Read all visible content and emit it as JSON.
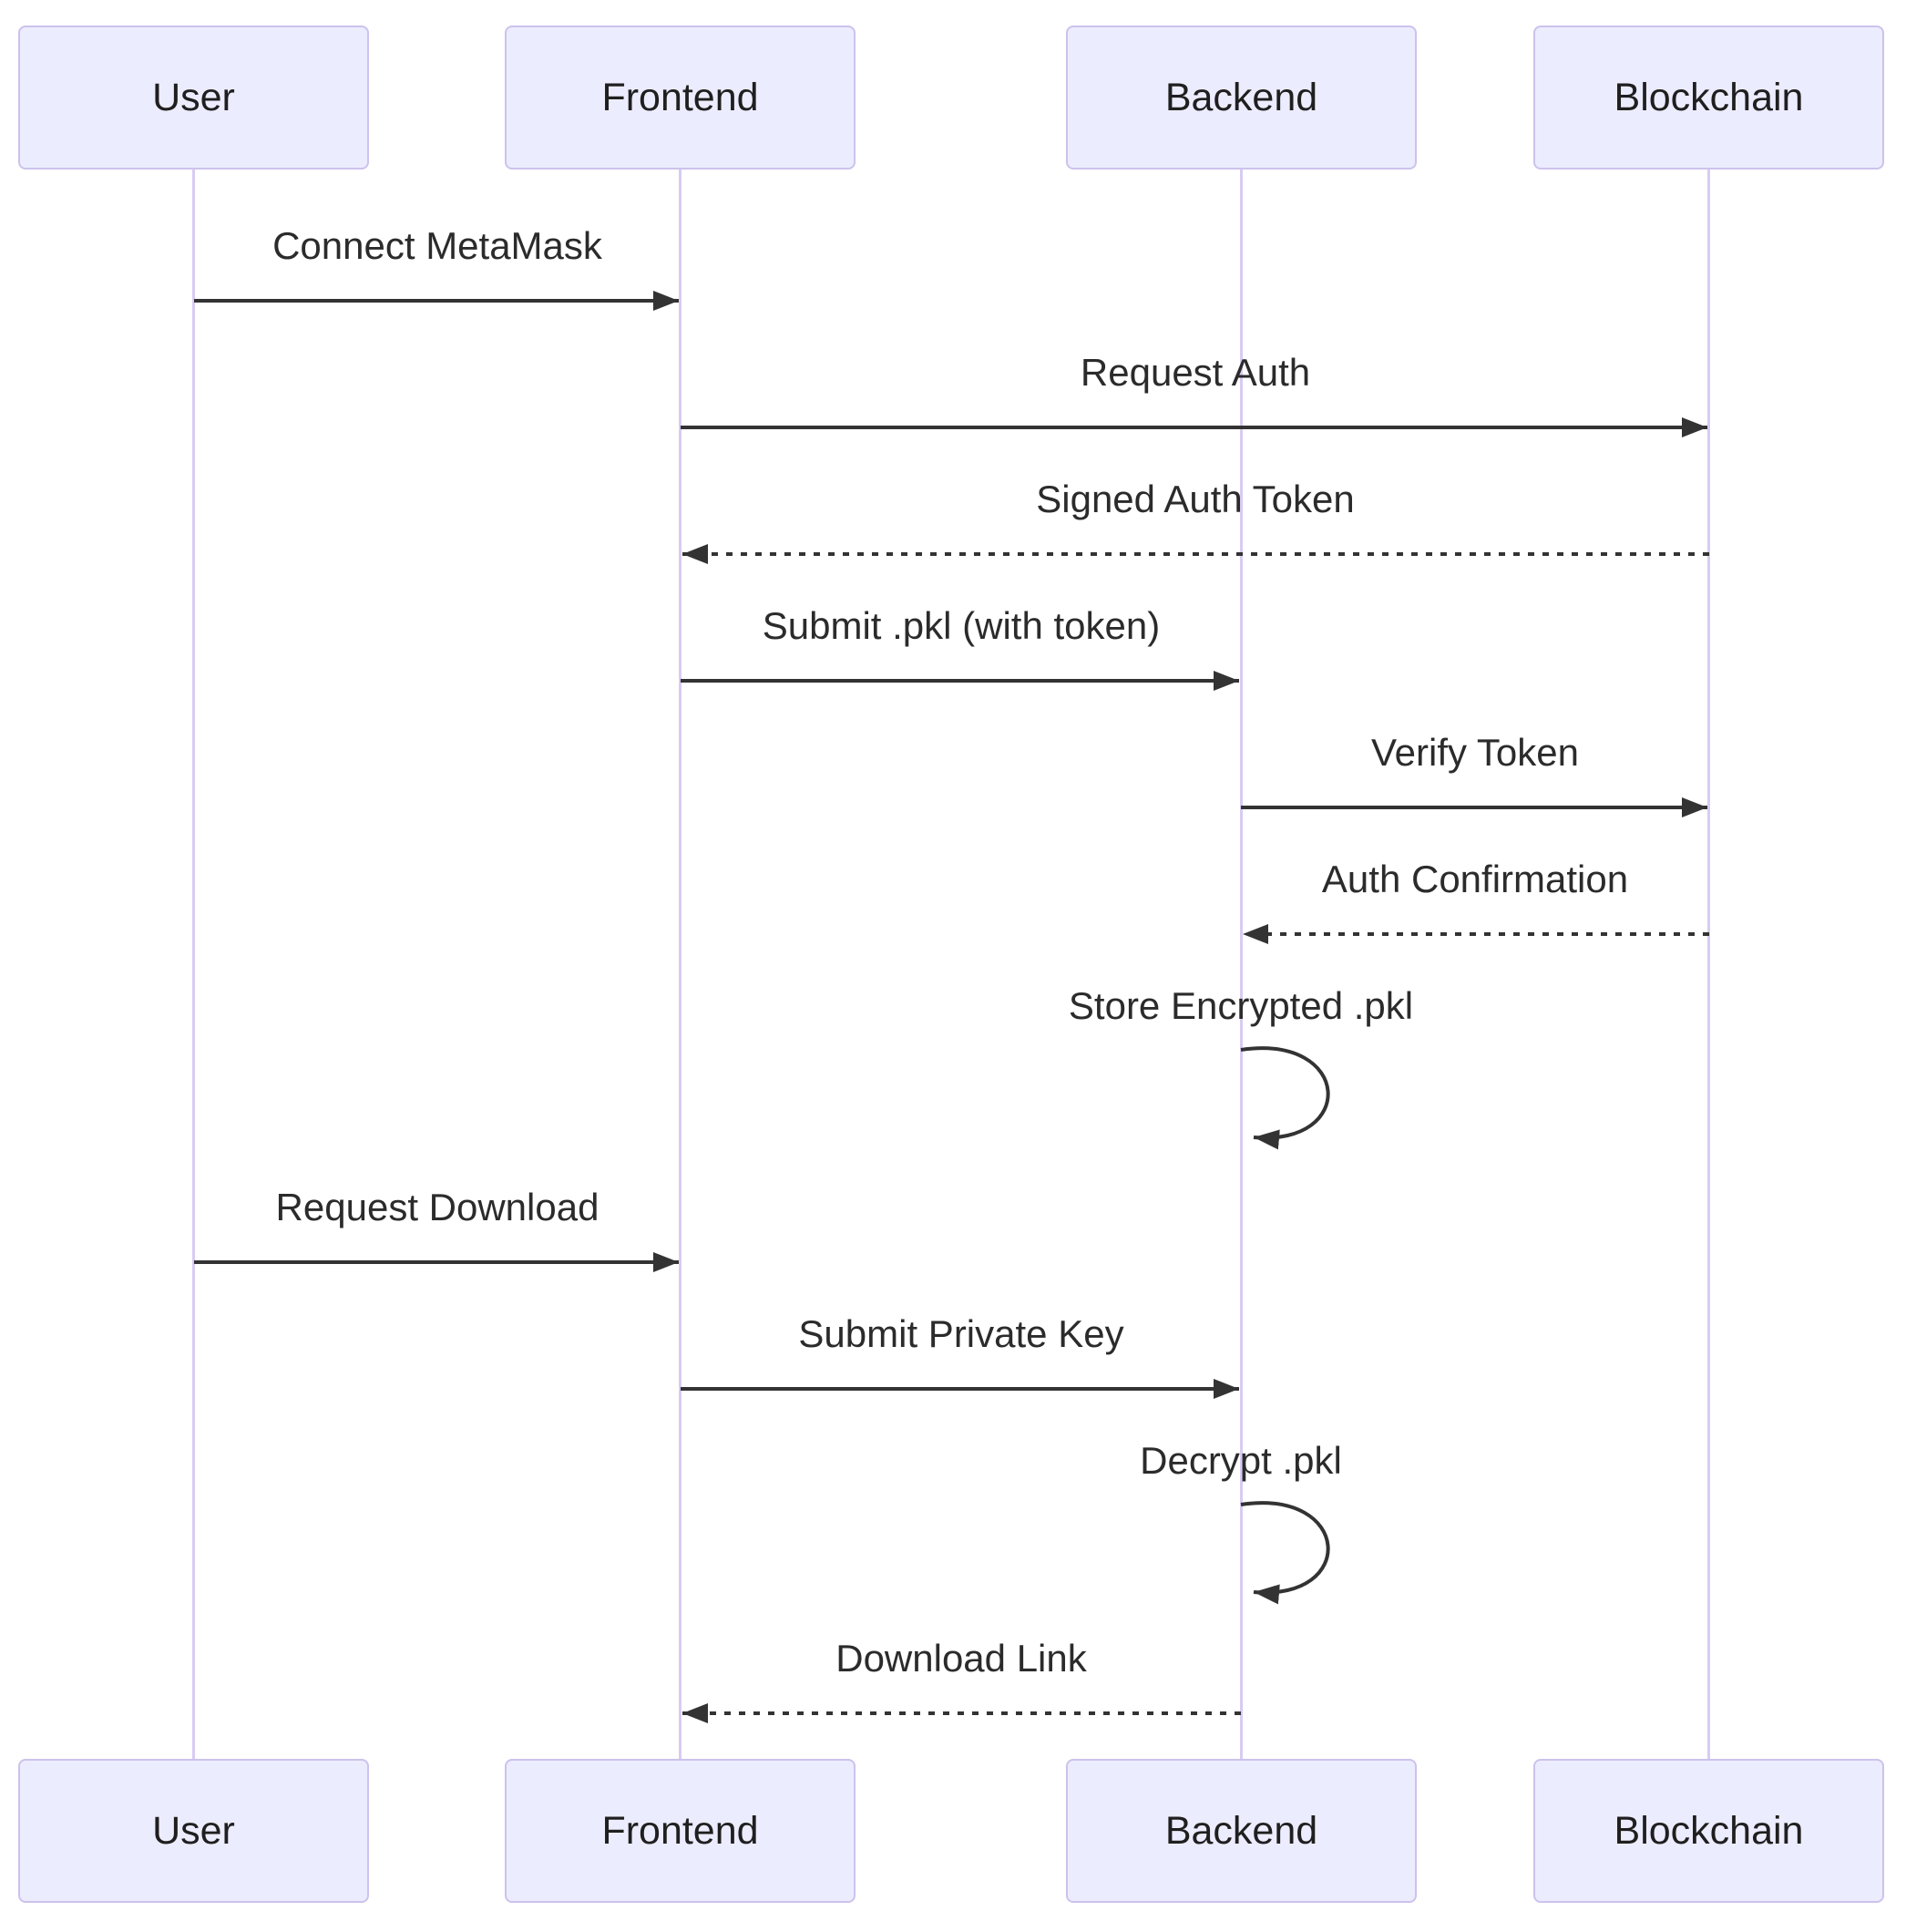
{
  "diagram": {
    "type": "sequence-diagram",
    "actors": [
      {
        "id": "user",
        "name": "User"
      },
      {
        "id": "frontend",
        "name": "Frontend"
      },
      {
        "id": "backend",
        "name": "Backend"
      },
      {
        "id": "blockchain",
        "name": "Blockchain"
      }
    ],
    "messages": [
      {
        "from": "User",
        "to": "Frontend",
        "label": "Connect MetaMask",
        "line": "solid"
      },
      {
        "from": "Frontend",
        "to": "Blockchain",
        "label": "Request Auth",
        "line": "solid"
      },
      {
        "from": "Blockchain",
        "to": "Frontend",
        "label": "Signed Auth Token",
        "line": "dotted"
      },
      {
        "from": "Frontend",
        "to": "Backend",
        "label": "Submit .pkl (with token)",
        "line": "solid"
      },
      {
        "from": "Backend",
        "to": "Blockchain",
        "label": "Verify Token",
        "line": "solid"
      },
      {
        "from": "Blockchain",
        "to": "Backend",
        "label": "Auth Confirmation",
        "line": "dotted"
      },
      {
        "from": "Backend",
        "to": "Backend",
        "label": "Store Encrypted .pkl",
        "line": "self-loop"
      },
      {
        "from": "User",
        "to": "Frontend",
        "label": "Request Download",
        "line": "solid"
      },
      {
        "from": "Frontend",
        "to": "Backend",
        "label": "Submit Private Key",
        "line": "solid"
      },
      {
        "from": "Backend",
        "to": "Backend",
        "label": "Decrypt .pkl",
        "line": "self-loop"
      },
      {
        "from": "Backend",
        "to": "Frontend",
        "label": "Download Link",
        "line": "dotted"
      }
    ],
    "colors": {
      "actor_fill": "#ECECFF",
      "actor_border": "#CDC2EC",
      "lifeline": "#D8CCF2",
      "arrow": "#333333",
      "text": "#2b2b2b"
    }
  }
}
